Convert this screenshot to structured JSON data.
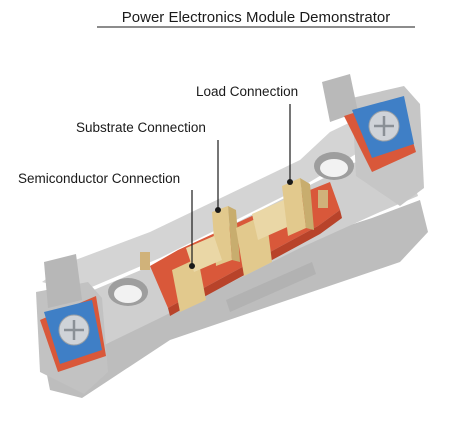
{
  "title": "Power Electronics Module Demonstrator",
  "labels": {
    "load": "Load Connection",
    "substrate": "Substrate Connection",
    "semiconductor": "Semiconductor Connection"
  },
  "colors": {
    "housing": "#c9c9c9",
    "housing_dark": "#a9a9a9",
    "housing_light": "#e3e3e3",
    "substrate": "#d9583a",
    "substrate_dark": "#b8432a",
    "copper_connector": "#e2c98d",
    "terminal_blue": "#3f7fc6",
    "screw": "#cfd3d8"
  }
}
